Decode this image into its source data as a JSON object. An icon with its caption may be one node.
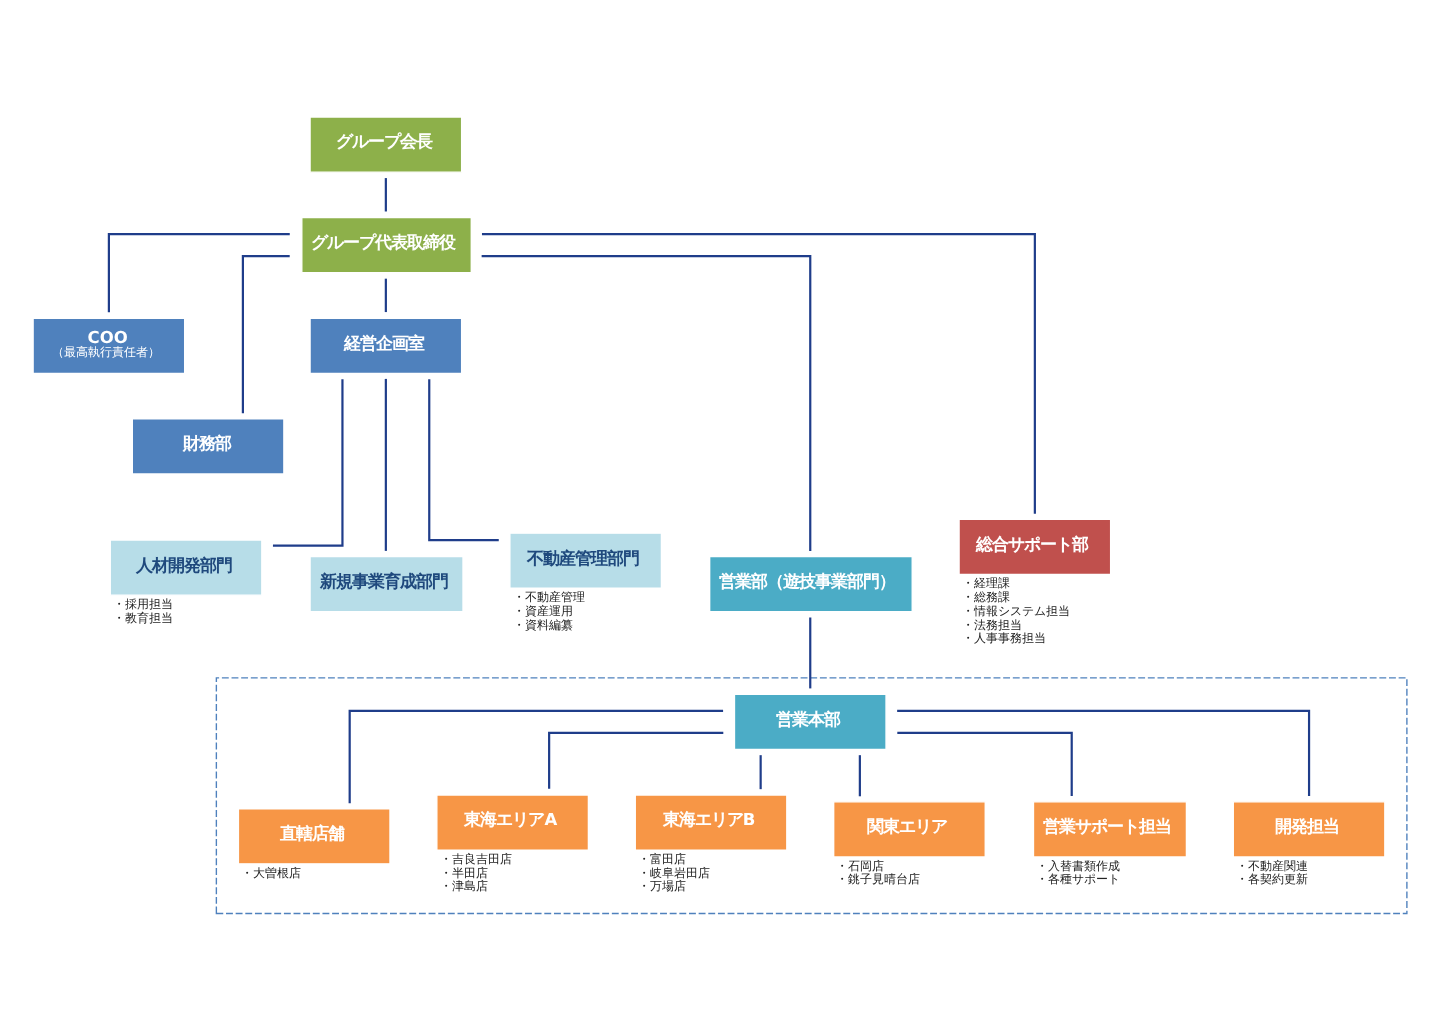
{
  "diagram": {
    "nodes": [
      {
        "text": [
          "グループ会長"
        ]
      },
      {
        "text": [
          "グループ代表取締役"
        ]
      },
      {
        "text": [
          "COO",
          "（最高執行責任者）"
        ]
      },
      {
        "text": [
          "財務部"
        ]
      },
      {
        "text": [
          "経営企画室"
        ]
      },
      {
        "text": [
          "営業部（遊技事業部門）"
        ]
      },
      {
        "text": [
          "総合サポート部"
        ],
        "beside": [
          "・経理課",
          "・総務課",
          "・情報システム担当",
          "・法務担当",
          "・人事事務担当"
        ]
      },
      {
        "text": [
          "人材開発部門"
        ],
        "beside": [
          "・採用担当",
          "・教育担当"
        ]
      },
      {
        "text": [
          "新規事業育成部門"
        ]
      },
      {
        "text": [
          "不動産管理部門"
        ],
        "beside": [
          "・不動産管理",
          "・資産運用",
          "・資料編纂"
        ]
      },
      {
        "text": [],
        "shape": "box"
      },
      {
        "text": [
          "営業本部"
        ],
        "in": 10
      },
      {
        "text": [
          "直轄店舗"
        ],
        "in": 10,
        "beside": [
          "・大曽根店"
        ]
      },
      {
        "text": [
          "東海エリアA"
        ],
        "in": 10,
        "beside": [
          "・吉良吉田店",
          "・半田店",
          "・津島店"
        ]
      },
      {
        "text": [
          "東海エリアB"
        ],
        "in": 10,
        "beside": [
          "・富田店",
          "・岐阜岩田店",
          "・万場店"
        ]
      },
      {
        "text": [
          "関東エリア"
        ],
        "in": 10,
        "beside": [
          "・石岡店",
          "・銚子見晴台店"
        ]
      },
      {
        "text": [
          "営業サポート担当"
        ],
        "in": 10,
        "beside": [
          "・入替書類作成",
          "・各種サポート"
        ]
      },
      {
        "text": [
          "開発担当"
        ],
        "in": 10,
        "beside": [
          "・不動産関連",
          "・各契約更新"
        ]
      }
    ],
    "edges": [
      {
        "from": 0,
        "to": 1,
        "arrow": "none"
      },
      {
        "from": 1,
        "to": 2,
        "arrow": "none"
      },
      {
        "from": 1,
        "to": 3,
        "arrow": "none"
      },
      {
        "from": 1,
        "to": 4,
        "arrow": "none"
      },
      {
        "from": 1,
        "to": 5,
        "arrow": "none"
      },
      {
        "from": 1,
        "to": 6,
        "arrow": "none"
      },
      {
        "from": 4,
        "to": 7,
        "arrow": "none"
      },
      {
        "from": 4,
        "to": 8,
        "arrow": "none"
      },
      {
        "from": 4,
        "to": 9,
        "arrow": "none"
      },
      {
        "from": 5,
        "to": 11,
        "arrow": "none"
      },
      {
        "from": 11,
        "to": 12,
        "arrow": "none"
      },
      {
        "from": 11,
        "to": 13,
        "arrow": "none"
      },
      {
        "from": 11,
        "to": 14,
        "arrow": "none"
      },
      {
        "from": 11,
        "to": 15,
        "arrow": "none"
      },
      {
        "from": 11,
        "to": 16,
        "arrow": "none"
      },
      {
        "from": 11,
        "to": 17,
        "arrow": "none"
      }
    ]
  }
}
